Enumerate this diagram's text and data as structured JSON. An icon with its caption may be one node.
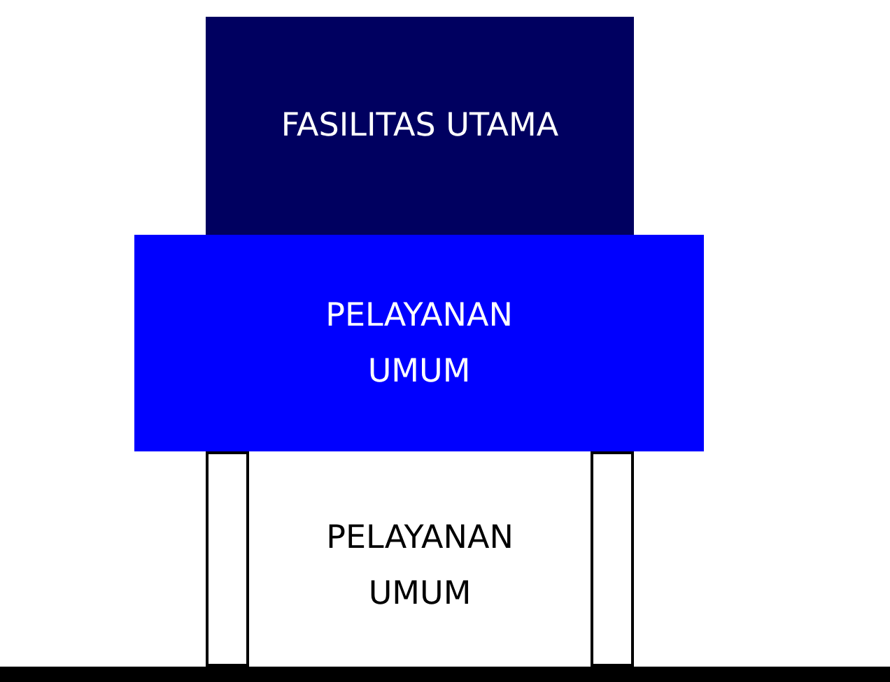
{
  "diagram": {
    "nodes": [
      {
        "text": [
          "FASILITAS UTAMA"
        ]
      },
      {
        "text": [
          "PELAYANAN UMUM"
        ]
      },
      {
        "text": [],
        "shape": "box"
      },
      {
        "text": [],
        "shape": "box"
      }
    ],
    "labels": [
      "PELAYANAN UMUM"
    ]
  }
}
